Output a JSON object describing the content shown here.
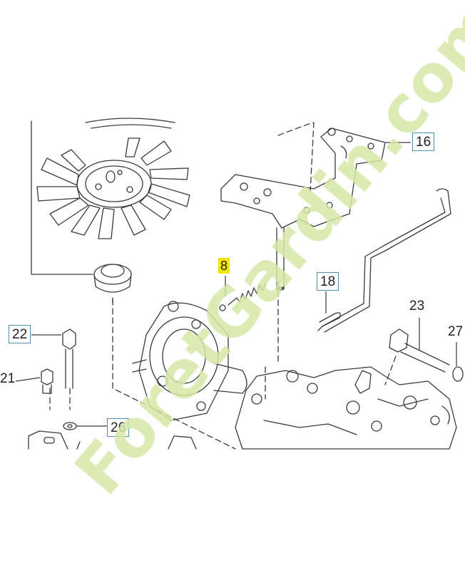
{
  "diagram": {
    "labels": {
      "l16": "16",
      "l8": "8",
      "l18": "18",
      "l22": "22",
      "l23": "23",
      "l27": "27",
      "l21": "21",
      "l26": "26"
    },
    "colors": {
      "line": "#3a3a3a",
      "box_border": "#4a8fb0",
      "highlight": "#f3e600",
      "watermark": "#d6e8a6"
    },
    "watermark_text": "ForetGardin.com"
  }
}
